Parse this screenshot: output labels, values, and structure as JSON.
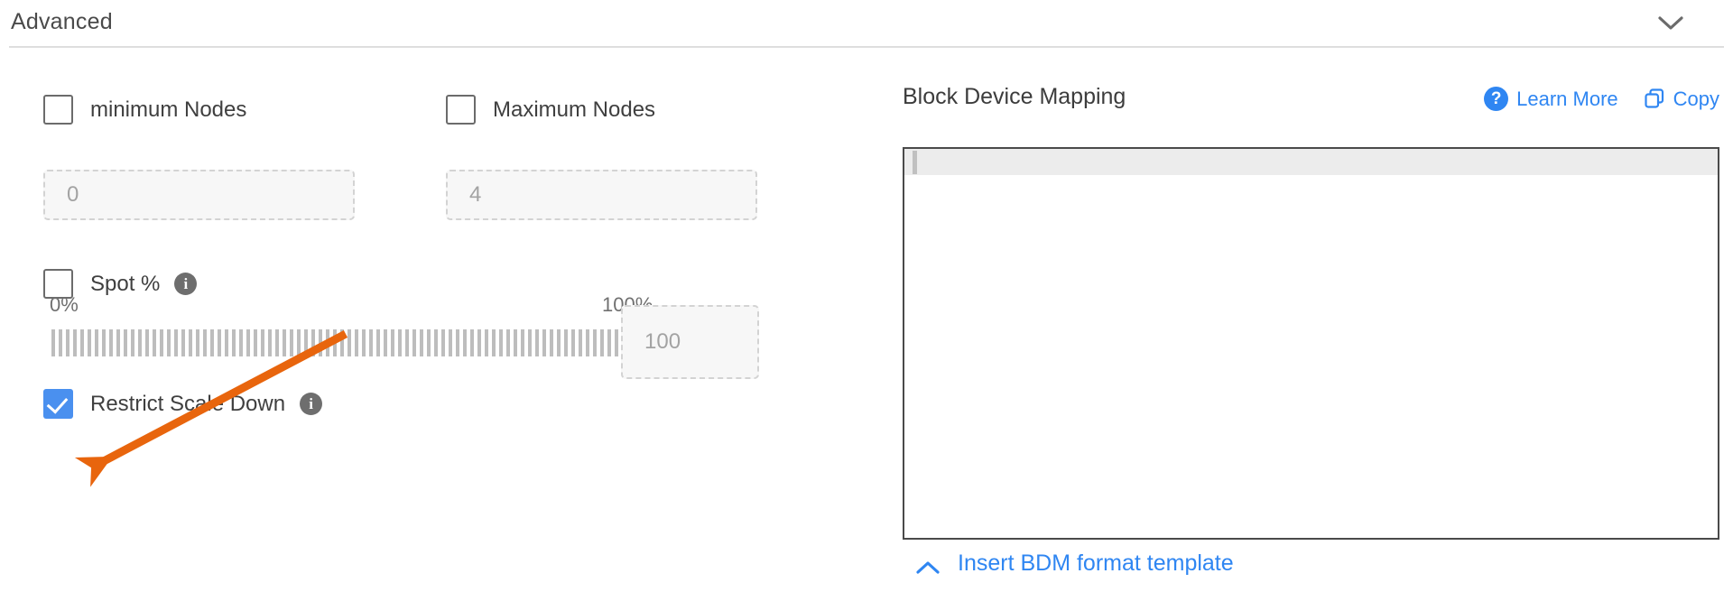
{
  "section": {
    "title": "Advanced",
    "collapse_icon": "chevron-down-icon"
  },
  "left": {
    "min_nodes": {
      "label": "minimum Nodes",
      "checked": false,
      "input_placeholder": "0"
    },
    "max_nodes": {
      "label": "Maximum Nodes",
      "checked": false,
      "input_placeholder": "4"
    },
    "spot": {
      "label": "Spot %",
      "checked": false,
      "info_icon": "info-icon",
      "info_glyph": "i"
    },
    "slider": {
      "min_label": "0%",
      "max_label": "100%",
      "value": 100,
      "value_input_placeholder": "100"
    },
    "restrict_scale_down": {
      "label": "Restrict Scale Down",
      "checked": true,
      "info_icon": "info-icon",
      "info_glyph": "i"
    }
  },
  "right": {
    "title": "Block Device Mapping",
    "learn_more": {
      "label": "Learn More",
      "icon": "question-mark-circle-icon",
      "badge_glyph": "?"
    },
    "copy": {
      "label": "Copy",
      "icon": "copy-icon"
    },
    "editor": {
      "content": "",
      "active_line": 1
    },
    "insert_template": {
      "label": "Insert BDM format template",
      "icon": "chevron-up-icon"
    }
  },
  "colors": {
    "accent_blue": "#2f86f2",
    "checkbox_blue": "#4a90ef",
    "annotation_orange": "#e8650d",
    "divider_gray": "#dedede",
    "info_gray": "#6e6e6e"
  }
}
